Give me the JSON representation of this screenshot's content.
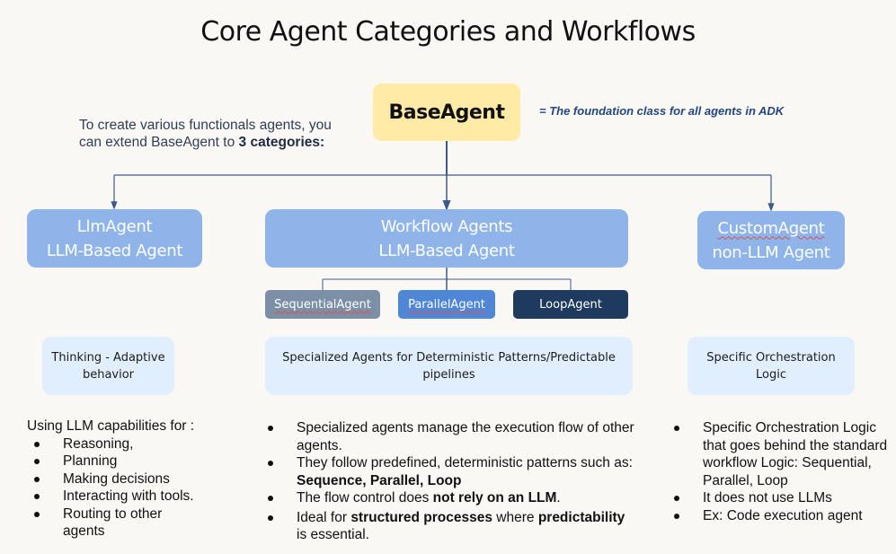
{
  "title": "Core Agent Categories and Workflows",
  "intro": {
    "text": "To create various functionals agents, you can extend BaseAgent to ",
    "bold": "3 categories:"
  },
  "base_agent": {
    "label": "BaseAgent",
    "note": "= The foundation class for all agents in ADK",
    "fill_color": "#ffeaa6"
  },
  "categories": [
    {
      "line1": "LlmAgent",
      "line2": "LLM-Based Agent",
      "description": "Thinking - Adaptive behavior",
      "list_lead": "Using LLM capabilities for :",
      "bullets": [
        "Reasoning,",
        "Planning",
        "Making decisions",
        "Interacting with tools.",
        "Routing to other agents"
      ]
    },
    {
      "line1": "Workflow Agents",
      "line2": "LLM-Based Agent",
      "description": "Specialized Agents for Deterministic Patterns/Predictable pipelines",
      "sub_agents": [
        {
          "label": "SequentialAgent",
          "color": "#7b8fa6"
        },
        {
          "label": "ParallelAgent",
          "color": "#4f87d6"
        },
        {
          "label": "LoopAgent",
          "color": "#1e3a5f"
        }
      ],
      "bullets": [
        {
          "parts": [
            {
              "t": "Specialized agents manage the execution flow of other agents.",
              "b": false
            }
          ]
        },
        {
          "parts": [
            {
              "t": "They follow predefined, deterministic patterns such as: ",
              "b": false
            },
            {
              "t": "Sequence, Parallel, Loop",
              "b": true
            }
          ]
        },
        {
          "parts": [
            {
              "t": "The flow control does ",
              "b": false
            },
            {
              "t": "not rely on an LLM",
              "b": true
            },
            {
              "t": ".",
              "b": false
            }
          ]
        },
        {
          "parts": [
            {
              "t": "Ideal for ",
              "b": false
            },
            {
              "t": "structured processes",
              "b": true
            },
            {
              "t": " where ",
              "b": false
            },
            {
              "t": "predictability",
              "b": true
            },
            {
              "t": " is essential.",
              "b": false
            }
          ]
        }
      ]
    },
    {
      "line1": "CustomAgent",
      "line2": "non-LLM Agent",
      "description": "Specific Orchestration Logic",
      "bullets": [
        "Specific Orchestration Logic that goes behind the standard workflow Logic: Sequential, Parallel, Loop",
        "It does not use LLMs",
        "Ex: Code execution agent"
      ]
    }
  ],
  "colors": {
    "category_fill": "#8eb4ea",
    "description_fill": "#e1eefd",
    "connector": "#3d5a8a",
    "note_text": "#24467a"
  }
}
